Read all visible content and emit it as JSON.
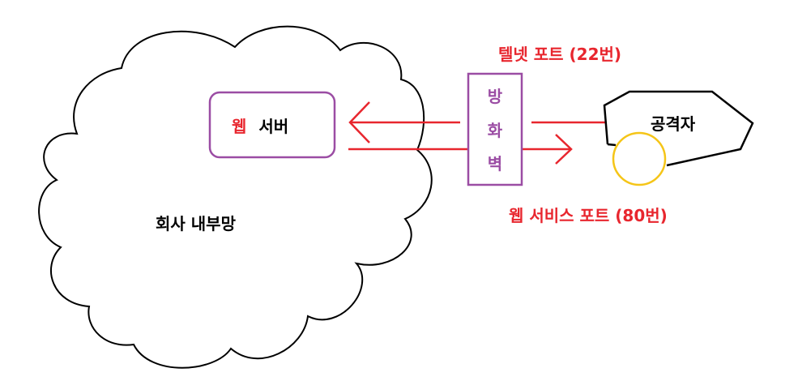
{
  "network": {
    "label": "회사 내부망"
  },
  "web_server": {
    "prefix": "웹",
    "label": "서버"
  },
  "firewall": {
    "chars": [
      "방",
      "화",
      "벽"
    ]
  },
  "telnet_port": {
    "label": "텔넷 포트 (22번)"
  },
  "web_port": {
    "label": "웹 서비스 포트 (80번)"
  },
  "attacker": {
    "label": "공격자"
  },
  "colors": {
    "red": "#e8262e",
    "purple": "#9b4da4",
    "black": "#000000",
    "yellow": "#f5c518"
  }
}
